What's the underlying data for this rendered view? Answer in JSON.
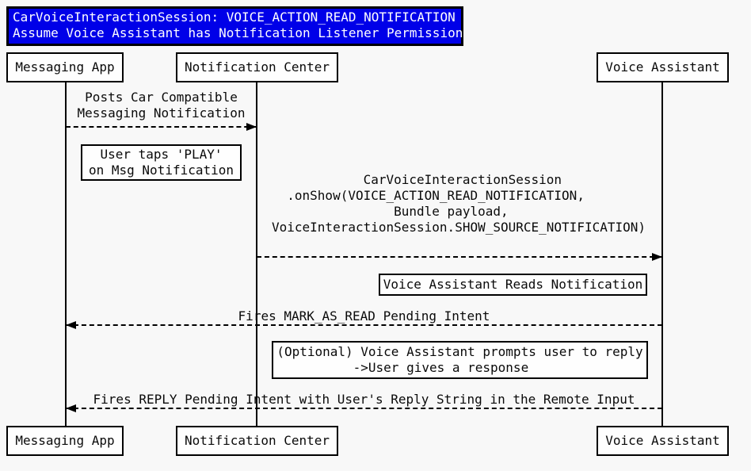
{
  "diagram_type": "sequence-diagram",
  "title": {
    "text": "CarVoiceInteractionSession: VOICE_ACTION_READ_NOTIFICATION\nAssume Voice Assistant has Notification Listener Permission"
  },
  "actors": [
    {
      "label": "Messaging App"
    },
    {
      "label": "Notification Center"
    },
    {
      "label": "Voice Assistant"
    }
  ],
  "messages": [
    {
      "from": "Messaging App",
      "to": "Notification Center",
      "direction": "right",
      "line_style": "dashed",
      "text": "Posts Car Compatible\nMessaging Notification"
    },
    {
      "from": "Notification Center",
      "to": "Voice Assistant",
      "direction": "right",
      "line_style": "dashed",
      "text": "            CarVoiceInteractionSession\n  .onShow(VOICE_ACTION_READ_NOTIFICATION,\n                Bundle payload,\nVoiceInteractionSession.SHOW_SOURCE_NOTIFICATION)"
    },
    {
      "from": "Voice Assistant",
      "to": "Messaging App",
      "direction": "left",
      "line_style": "dashed",
      "text": "Fires MARK_AS_READ Pending Intent"
    },
    {
      "from": "Voice Assistant",
      "to": "Messaging App",
      "direction": "left",
      "line_style": "dashed",
      "text": "Fires REPLY Pending Intent with User's Reply String in the Remote Input"
    }
  ],
  "notes": [
    {
      "text": "User taps 'PLAY'\non Msg Notification"
    },
    {
      "text": "Voice Assistant Reads Notification"
    },
    {
      "text": "(Optional) Voice Assistant prompts user to reply\n          ->User gives a response"
    }
  ],
  "colors": {
    "page_bg": "#f8f8f8",
    "title_bg": "#0000e8",
    "title_text": "#ffffff",
    "box_bg": "#fefefe",
    "line": "#000000",
    "text": "#0a0a0a"
  }
}
